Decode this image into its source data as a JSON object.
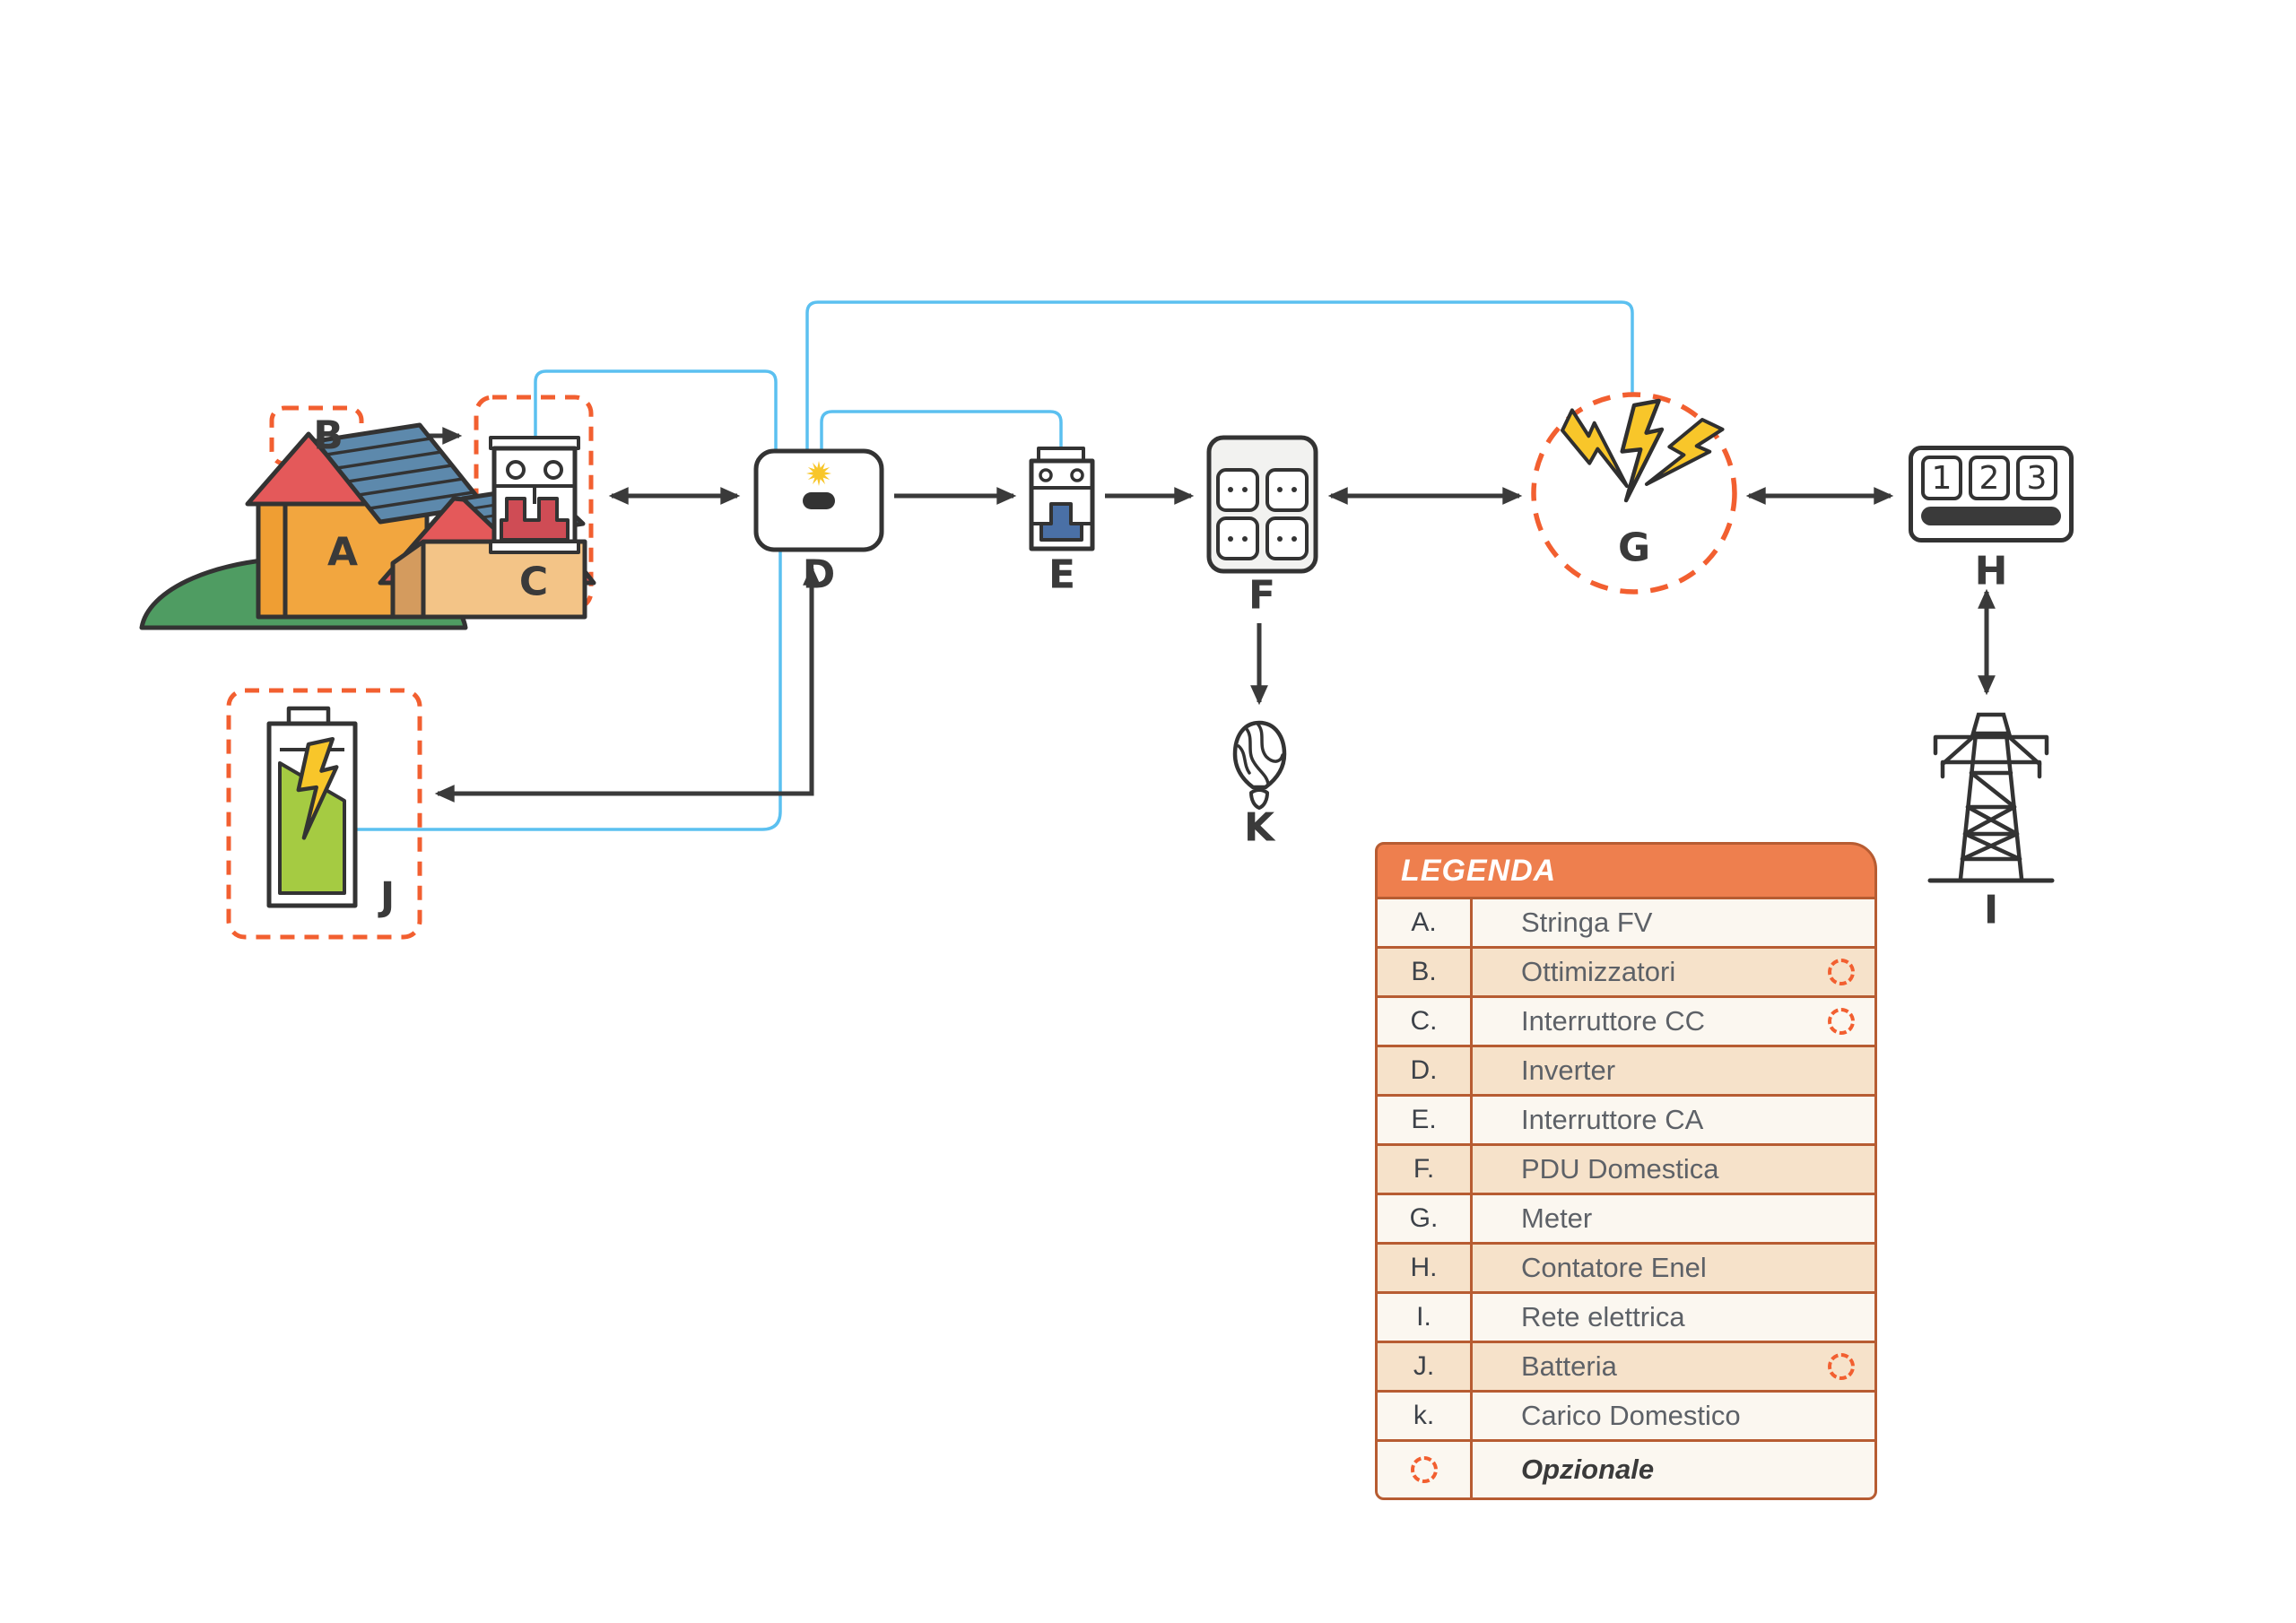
{
  "page": {
    "background": "#ffffff",
    "type": "photovoltaic system connection diagram"
  },
  "diagram": {
    "labels": {
      "A": "A",
      "B": "B",
      "C": "C",
      "D": "D",
      "E": "E",
      "F": "F",
      "G": "G",
      "H": "H",
      "I": "I",
      "J": "J",
      "K": "K"
    },
    "enel_meter": {
      "digits": [
        "1",
        "2",
        "3"
      ]
    },
    "icon_names": [
      "solar-houses-icon",
      "dc-breaker-icon",
      "inverter-icon",
      "ac-breaker-icon",
      "pdu-socket-icon",
      "meter-lightning-icon",
      "enel-meter-icon",
      "grid-tower-icon",
      "battery-icon",
      "home-load-balloon-icon",
      "optional-dashed-circle-icon"
    ],
    "connections": [
      "B→C",
      "A→C",
      "C↔D",
      "D→E",
      "E→F",
      "F↔G",
      "G↔H",
      "H↔I",
      "F→K",
      "D↔J",
      "comm: C–D",
      "comm: D–G",
      "comm: D–E",
      "comm: D–J"
    ]
  },
  "legend": {
    "title": "LEGENDA",
    "rows": [
      {
        "key": "A.",
        "label": "Stringa FV",
        "optional": false
      },
      {
        "key": "B.",
        "label": "Ottimizzatori",
        "optional": true
      },
      {
        "key": "C.",
        "label": "Interruttore CC",
        "optional": true
      },
      {
        "key": "D.",
        "label": "Inverter",
        "optional": false
      },
      {
        "key": "E.",
        "label": "Interruttore CA",
        "optional": false
      },
      {
        "key": "F.",
        "label": "PDU Domestica",
        "optional": false
      },
      {
        "key": "G.",
        "label": "Meter",
        "optional": false
      },
      {
        "key": "H.",
        "label": "Contatore Enel",
        "optional": false
      },
      {
        "key": "I.",
        "label": "Rete elettrica",
        "optional": false
      },
      {
        "key": "J.",
        "label": "Batteria",
        "optional": true
      },
      {
        "key": "k.",
        "label": "Carico Domestico",
        "optional": false
      }
    ],
    "footer": {
      "label": "Opzionale"
    }
  },
  "colors": {
    "accent_orange": "#ee7f4e",
    "dashed_orange": "#f25f30",
    "table_border": "#b75c32",
    "row_light": "#fbf7f0",
    "row_tan": "#f6e2ca",
    "comm_blue": "#5bc0f0",
    "line_dark": "#3a3a3a",
    "breaker_red": "#cf4c55",
    "breaker_blue": "#4a70a6",
    "battery_green": "#a5cb42",
    "bolt_yellow": "#f8c62a",
    "house_orange": "#f2a63f",
    "house_tan": "#f3c487",
    "roof_red": "#e4595a",
    "panel_blue": "#5d89ac",
    "mound_green": "#4f9c62"
  }
}
